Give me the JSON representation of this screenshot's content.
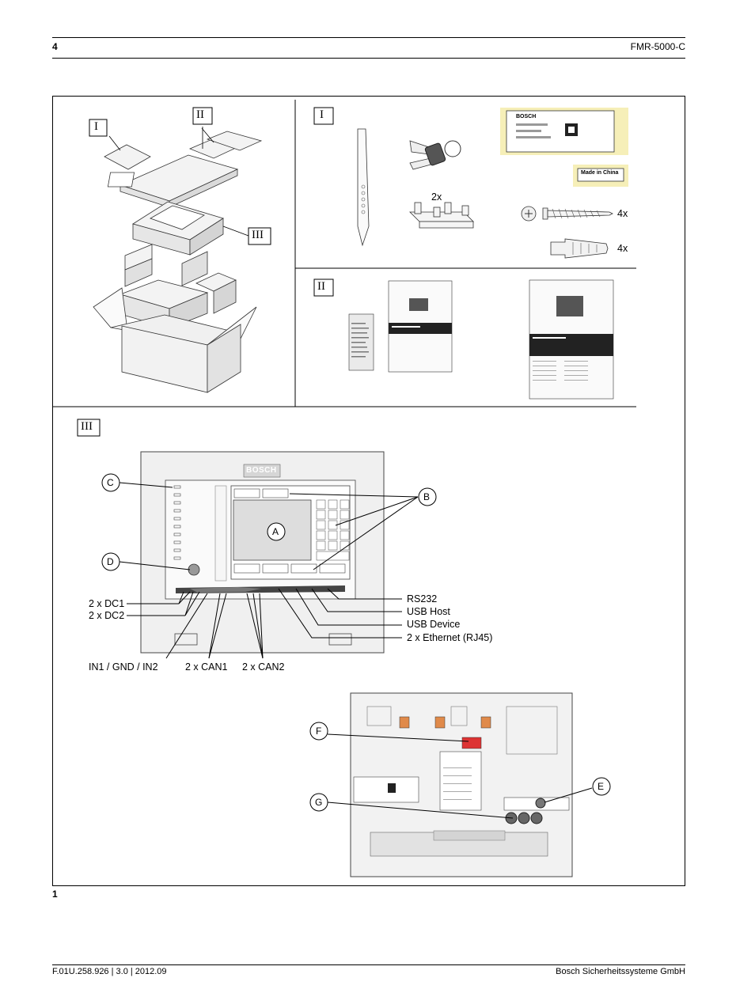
{
  "header": {
    "page_number": "4",
    "doc_title": "FMR-5000-C"
  },
  "figure": {
    "number": "1",
    "section_marks": {
      "i": "I",
      "ii": "II",
      "iii": "III"
    },
    "parts_i": {
      "bracket_qty": "2x",
      "screw_qty": "4x",
      "dowel_qty": "4x",
      "made_in": "Made in China",
      "label_brand": "BOSCH"
    },
    "panel": {
      "brand": "BOSCH",
      "callouts": {
        "a": "A",
        "b": "B",
        "c": "C",
        "d": "D",
        "e": "E",
        "f": "F",
        "g": "G"
      },
      "left_labels": {
        "dc1": "2 x DC1",
        "dc2": "2 x DC2"
      },
      "right_labels": {
        "rs232": "RS232",
        "usb_host": "USB Host",
        "usb_device": "USB Device",
        "ethernet": "2 x Ethernet (RJ45)"
      },
      "bottom_labels": {
        "in": "IN1 / GND / IN2",
        "can1": "2 x CAN1",
        "can2": "2 x CAN2"
      }
    }
  },
  "footer": {
    "doc_ref": "F.01U.258.926 | 3.0 | 2012.09",
    "company": "Bosch Sicherheitssysteme GmbH"
  }
}
